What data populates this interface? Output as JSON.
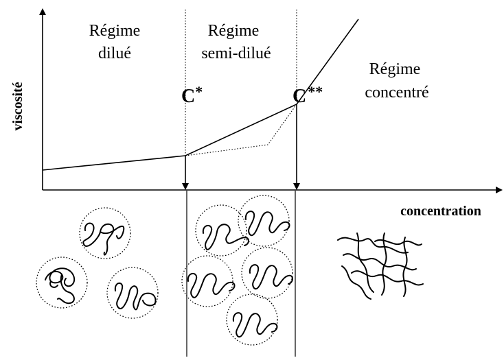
{
  "axes": {
    "y_label": "viscosité",
    "x_label": "concentration"
  },
  "regimes": {
    "dilute": [
      "Régime",
      "dilué"
    ],
    "semi_dilute": [
      "Régime",
      "semi-dilué"
    ],
    "concentrated": [
      "Régime",
      "concentré"
    ]
  },
  "critical": {
    "c_star": "C",
    "c_star_suffix": "*",
    "c_double_star": "C",
    "c_double_star_suffix": "**"
  }
}
